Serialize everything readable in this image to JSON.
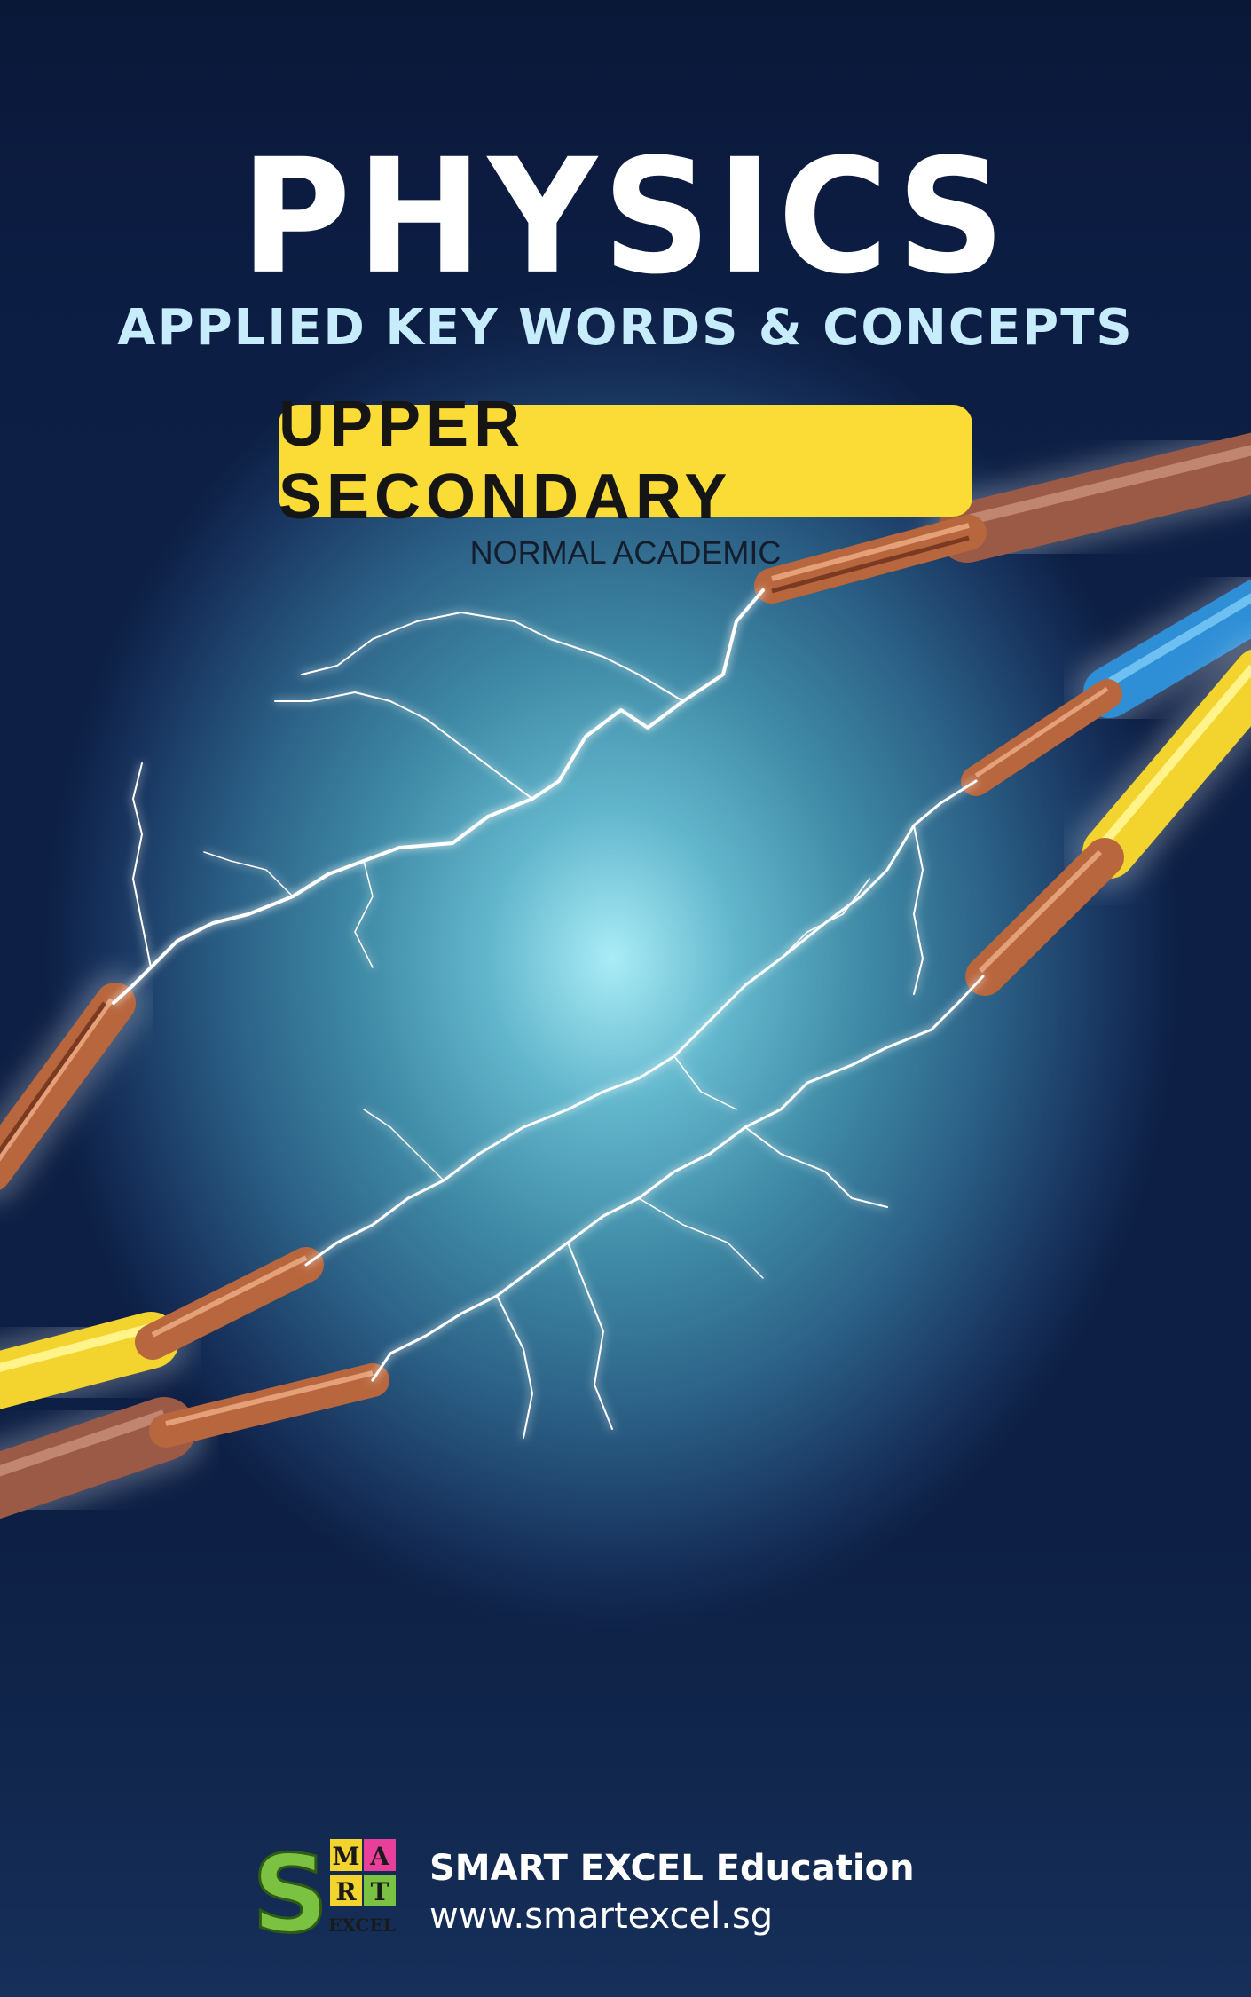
{
  "cover": {
    "title": "PHYSICS",
    "subtitle": "APPLIED KEY WORDS & CONCEPTS",
    "badge": "UPPER SECONDARY",
    "level": "NORMAL ACADEMIC"
  },
  "footer": {
    "brand": "SMART EXCEL Education",
    "website": "www.smartexcel.sg",
    "logo_letters": [
      "S",
      "M",
      "A",
      "R",
      "T",
      "EXCEL"
    ]
  },
  "colors": {
    "badge_yellow": "#fbdb36",
    "subtitle_blue": "#c7ecfb",
    "wire_brown": "#9a5a45",
    "wire_blue": "#2f8fd6",
    "wire_yellow": "#f3d42e",
    "copper": "#b8663d",
    "logo_green": "#7cc242"
  }
}
